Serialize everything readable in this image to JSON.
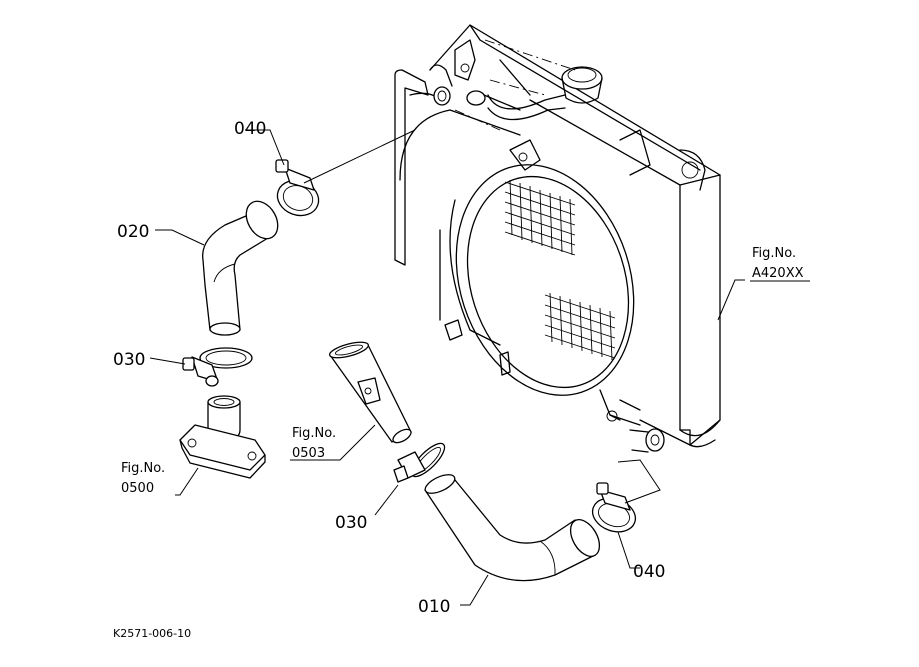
{
  "diagram": {
    "parts": {
      "hose_lower": "010",
      "hose_upper": "020",
      "clamp_thermo": "030",
      "clamp_upper_flange": "030",
      "clamp_radiator_upper": "040",
      "clamp_radiator_lower": "040"
    },
    "refs": {
      "radiator": {
        "label": "Fig.No.",
        "number": "A420XX"
      },
      "pipe": {
        "label": "Fig.No.",
        "number": "0503"
      },
      "flange": {
        "label": "Fig.No.",
        "number": "0500"
      }
    },
    "drawing_code": "K2571-006-10"
  }
}
